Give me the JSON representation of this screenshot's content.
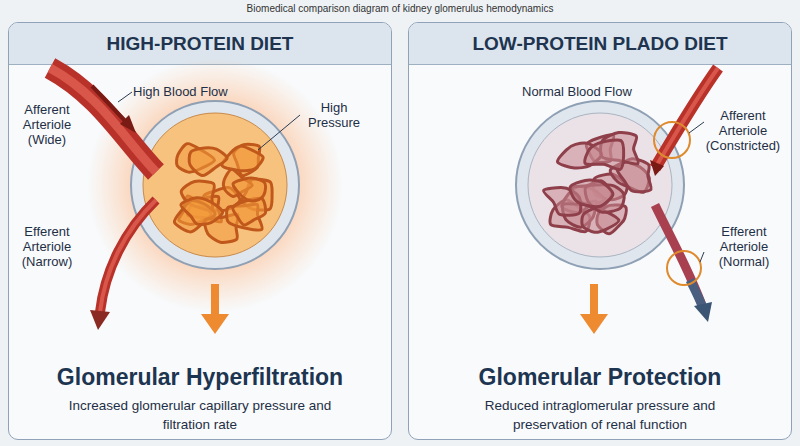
{
  "diagram": {
    "title": "Biomedical comparison diagram of kidney glomerulus hemodynamics",
    "nodes": [
      {
        "text": [
          "HIGH-PROTEIN DIET",
          "Glomerular Hyperfiltration",
          "Increased glomerular capillary pressure and filtration rate"
        ]
      },
      {
        "text": [
          "LOW-PROTEIN PLADO DIET",
          "Glomerular Protection",
          "Reduced intraglomerular pressure and preservation of renal function"
        ]
      }
    ],
    "labels": [
      "High Blood Flow",
      "Afferent Arteriole (Wide)",
      "High Pressure",
      "Efferent Arteriole (Narrow)",
      "Normal Blood Flow",
      "Afferent Arteriole (Constricted)",
      "Efferent Arteriole (Normal)"
    ]
  }
}
